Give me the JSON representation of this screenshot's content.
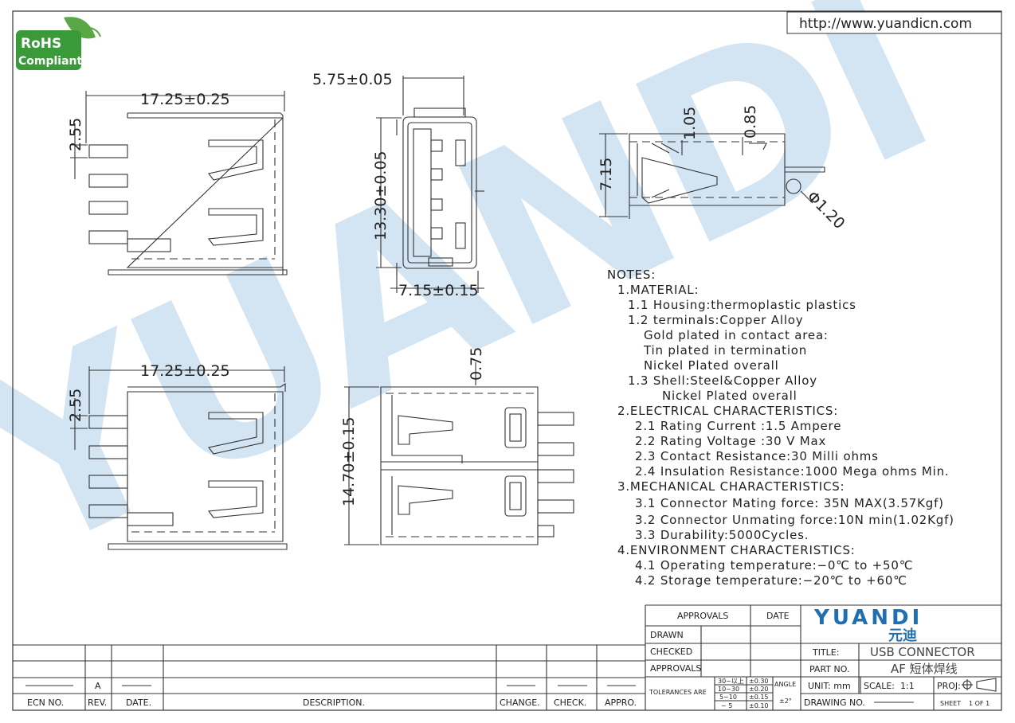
{
  "url": "http://www.yuandicn.com",
  "rohs": {
    "line1": "RoHS",
    "line2": "Compliant"
  },
  "watermark": "YUANDI",
  "dims": {
    "top_width": "17.25±0.25",
    "top_pitch": "2.55",
    "front_width": "5.75±0.05",
    "front_height": "13.30±0.05",
    "front_depth": "7.15±0.15",
    "side_height": "7.15",
    "side_d1": "1.05",
    "side_d2": "0.85",
    "side_hole": "Φ1.20",
    "bottom_width": "17.25±0.25",
    "bottom_pitch": "2.55",
    "rear_height": "14.70±0.15",
    "rear_d": "0.75"
  },
  "notes": [
    "NOTES:",
    "1.MATERIAL:",
    "1.1  Housing:thermoplastic  plastics",
    "1.2  terminals:Copper  Alloy",
    "Gold  plated  in  contact  area:",
    "Tin  plated  in  termination",
    "Nickel  Plated  overall",
    "1.3  Shell:Steel&Copper  Alloy",
    "Nickel  Plated  overall",
    "2.ELECTRICAL  CHARACTERISTICS:",
    "2.1  Rating  Current  :1.5  Ampere",
    "2.2  Rating  Voltage  :30  V  Max",
    "2.3  Contact  Resistance:30  Milli  ohms",
    "2.4  Insulation  Resistance:1000  Mega  ohms  Min.",
    "3.MECHANICAL  CHARACTERISTICS:",
    "3.1  Connector  Mating  force: 35N  MAX(3.57Kgf)",
    "3.2  Connector  Unmating  force:10N  min(1.02Kgf)",
    "3.3  Durability:5000Cycles.",
    "4.ENVIRONMENT  CHARACTERISTICS:",
    "4.1  Operating  temperature:−0℃  to  +50℃",
    "4.2  Storage  temperature:−20℃  to  +60℃"
  ],
  "title_block": {
    "approvals": "APPROVALS",
    "date": "DATE",
    "drawn": "DRAWN",
    "checked": "CHECKED",
    "approvals2": "APPROVALS",
    "logo_en": "YUANDI",
    "logo_cn": "元迪",
    "title_label": "TITLE:",
    "title_value": "USB CONNECTOR",
    "part_label": "PART NO.",
    "part_value": "AF 短体焊线",
    "tol_label": "TOLERANCES  ARE",
    "tol_ranges": [
      "30~以上",
      "10~30",
      "5~10",
      "~ 5"
    ],
    "tol_values": [
      "±0.30",
      "±0.20",
      "±0.15",
      "±0.10"
    ],
    "angle_label": "ANGLE",
    "angle_value": "±2°",
    "unit": "UNIT:  mm",
    "scale_label": "SCALE:",
    "scale_value": "1:1",
    "proj": "PROJ:",
    "drawing_no": "DRAWING  NO.",
    "sheet": "SHEET",
    "sheet_value": "1  OF  1"
  },
  "revision_block": {
    "rev_value": "A",
    "headers": [
      "ECN  NO.",
      "REV.",
      "DATE.",
      "DESCRIPTION.",
      "CHANGE.",
      "CHECK.",
      "APPRO."
    ]
  },
  "colors": {
    "watermark": "#c5dcee",
    "logo": "#1f6fb2",
    "rohs": "#3a9a3a",
    "line": "#333333"
  }
}
